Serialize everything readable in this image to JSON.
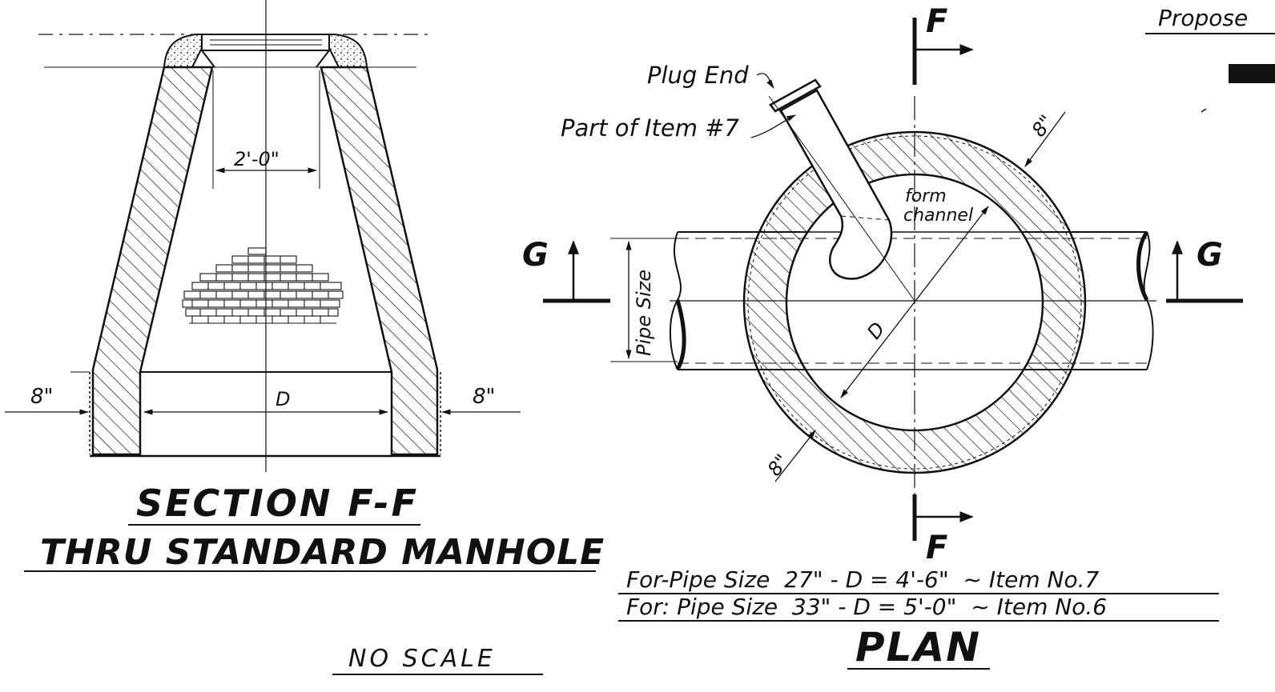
{
  "section": {
    "dim_top": "2'-0\"",
    "dim_wall_left": "8\"",
    "dim_wall_right": "8\"",
    "dim_diameter": "D",
    "title_line1": "SECTION F-F",
    "title_line2": "THRU STANDARD MANHOLE",
    "scale_note": "NO SCALE"
  },
  "plan": {
    "plug_end_label": "Plug End",
    "part_label": "Part of Item #7",
    "form_channel_line1": "form",
    "form_channel_line2": "channel",
    "pipe_size_label": "Pipe Size",
    "dim_diameter": "D",
    "dim_wall_top": "8\"",
    "dim_wall_bottom": "8\"",
    "section_mark_f": "F",
    "section_mark_g": "G",
    "note_line1": "For-Pipe Size  27\" - D = 4'-6\"  ~ Item No.7",
    "note_line2": "For: Pipe Size  33\" - D = 5'-0\"  ~ Item No.6",
    "title": "PLAN"
  },
  "corner_text": "Propose"
}
